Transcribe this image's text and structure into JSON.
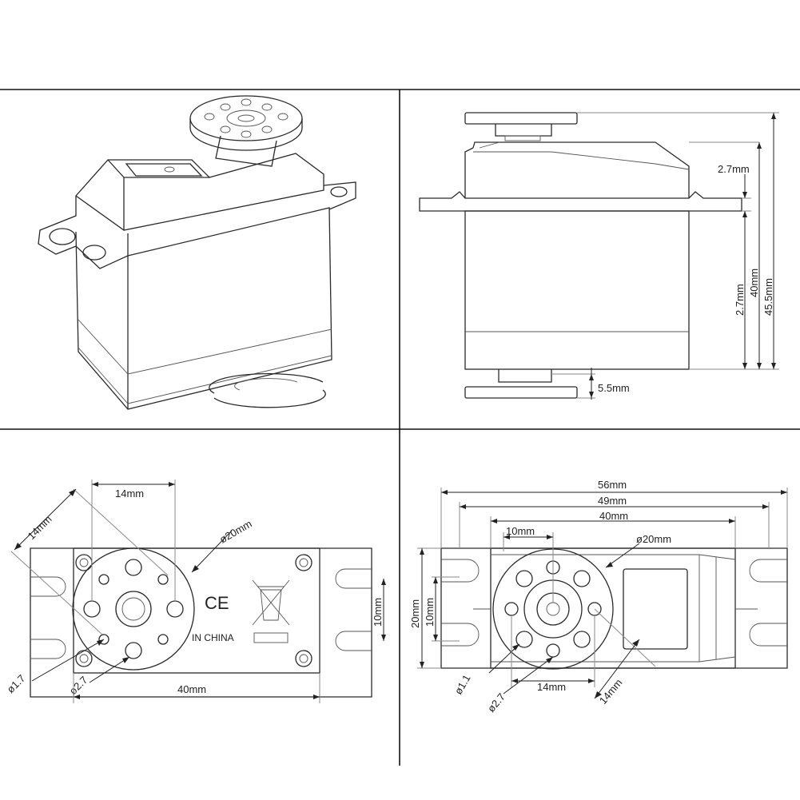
{
  "quadrants": {
    "side_view": {
      "dim_flange_gap": "2.7mm",
      "dim_body_lower": "2.7mm",
      "dim_height_40": "40mm",
      "dim_height_total": "45.5mm",
      "dim_horn_offset": "5.5mm"
    },
    "bottom_view": {
      "dim_14_top": "14mm",
      "dim_14_diag": "14mm",
      "dim_horn_dia": "ø20mm",
      "dim_slot_10": "10mm",
      "dim_hole_small": "ø1.7",
      "dim_hole_large": "ø2.7",
      "dim_width_40": "40mm",
      "ce_mark": "CE",
      "made_in": "IN CHINA"
    },
    "top_view": {
      "dim_56": "56mm",
      "dim_49": "49mm",
      "dim_40": "40mm",
      "dim_10": "10mm",
      "dim_horn_dia": "ø20mm",
      "dim_20_vert": "20mm",
      "dim_10_vert": "10mm",
      "dim_hole_small": "ø1.1",
      "dim_hole_large": "ø2.7",
      "dim_14_bottom": "14mm",
      "dim_14_diag": "14mm"
    }
  },
  "colors": {
    "line": "#2a2a2a",
    "background": "#ffffff"
  }
}
